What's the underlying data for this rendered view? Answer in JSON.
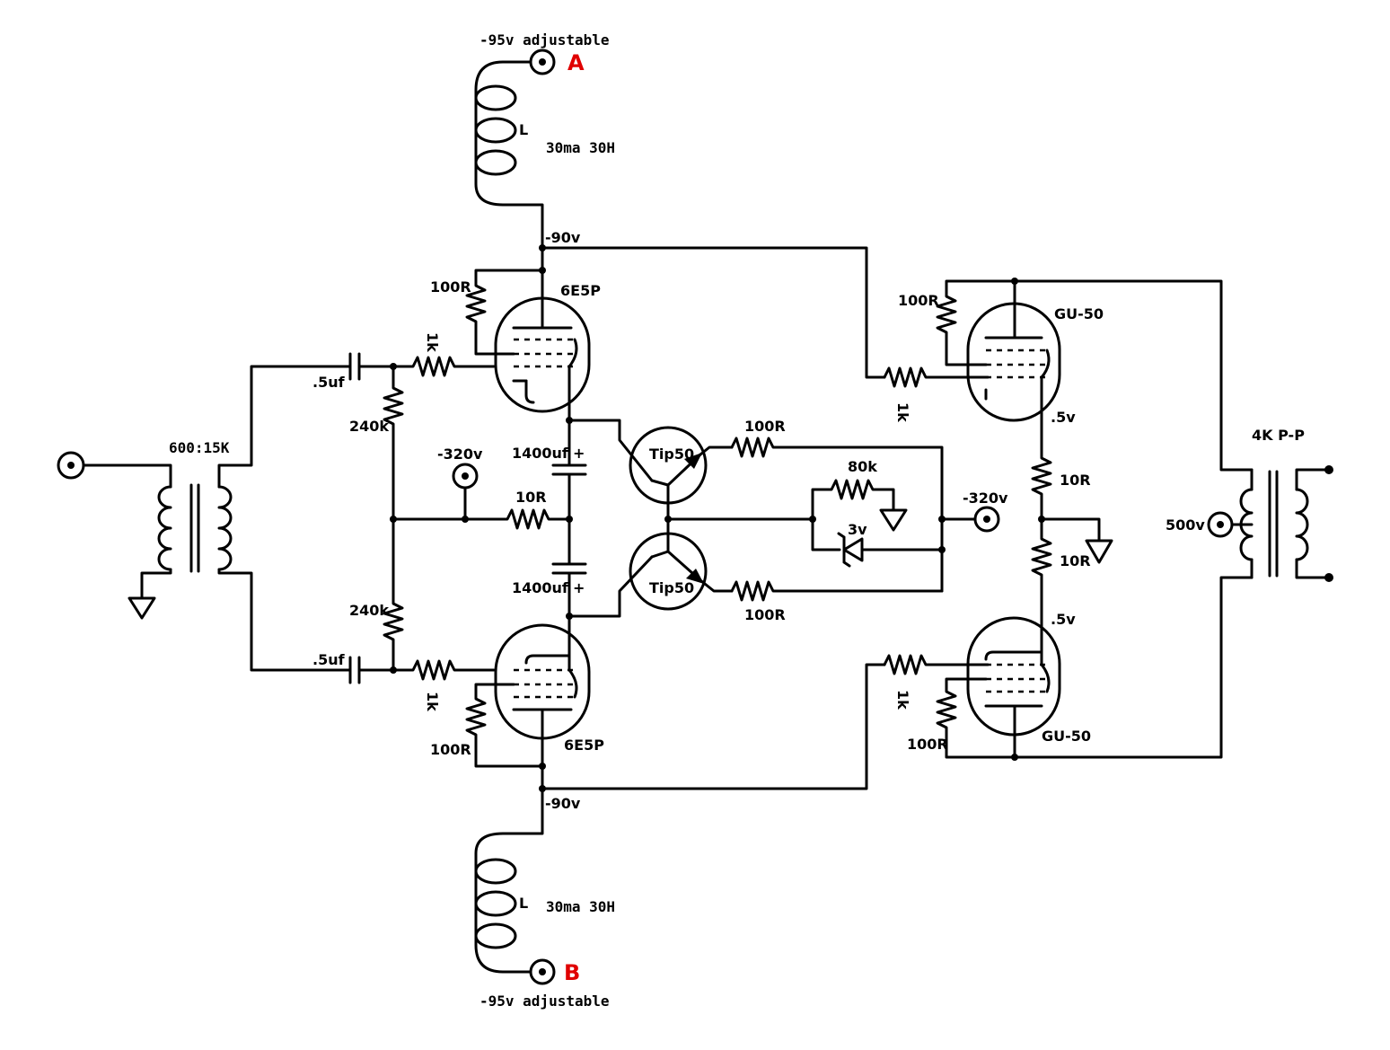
{
  "colors": {
    "line": "#000000",
    "terminal_marker": "#e00000",
    "background": "#ffffff"
  },
  "labels": {
    "supply_top_adjustable": "-95v adjustable",
    "supply_bottom_adjustable": "-95v adjustable",
    "terminal_a": "A",
    "terminal_b": "B",
    "choke_top_ref": "L",
    "choke_top_value": "30ma 30H",
    "choke_bottom_ref": "L",
    "choke_bottom_value": "30ma 30H",
    "rail_top": "-90v",
    "rail_bottom": "-90v",
    "input_transformer": "600:15K",
    "output_transformer": "4K P-P",
    "b_plus": "500v",
    "tube_driver_top": "6E5P",
    "tube_driver_bottom": "6E5P",
    "tube_output_top": "GU-50",
    "tube_output_bottom": "GU-50",
    "transistor_top": "Tip50",
    "transistor_bottom": "Tip50",
    "cap_input_top": ".5uf",
    "cap_input_bottom": ".5uf",
    "res_grid_leak_top": "240k",
    "res_grid_leak_bottom": "240k",
    "res_grid_stop_driver_top": "1k",
    "res_grid_stop_driver_bottom": "1k",
    "res_g2_driver_top": "100R",
    "res_g2_driver_bottom": "100R",
    "neg_supply_left": "-320v",
    "neg_supply_right": "-320v",
    "res_center": "10R",
    "cap_cathode_top": "1400uf",
    "cap_cathode_bottom": "1400uf",
    "cap_plus_top": "+",
    "cap_plus_bottom": "+",
    "res_emitter_top": "100R",
    "res_emitter_bottom": "100R",
    "res_bias": "80k",
    "zener": "3v",
    "res_grid_stop_output_top": "1k",
    "res_grid_stop_output_bottom": "1k",
    "res_g2_output_top": "100R",
    "res_g2_output_bottom": "100R",
    "cathode_v_top": ".5v",
    "cathode_v_bottom": ".5v",
    "res_cathode_top": "10R",
    "res_cathode_bottom": "10R"
  }
}
